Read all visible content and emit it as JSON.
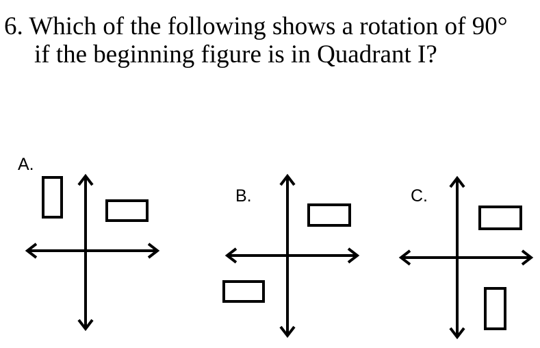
{
  "question": {
    "line1": "6. Which of the following shows a rotation of 90°",
    "line2": "if the beginning figure is in Quadrant I?"
  },
  "options": [
    {
      "label": "A."
    },
    {
      "label": "B."
    },
    {
      "label": "C."
    }
  ]
}
